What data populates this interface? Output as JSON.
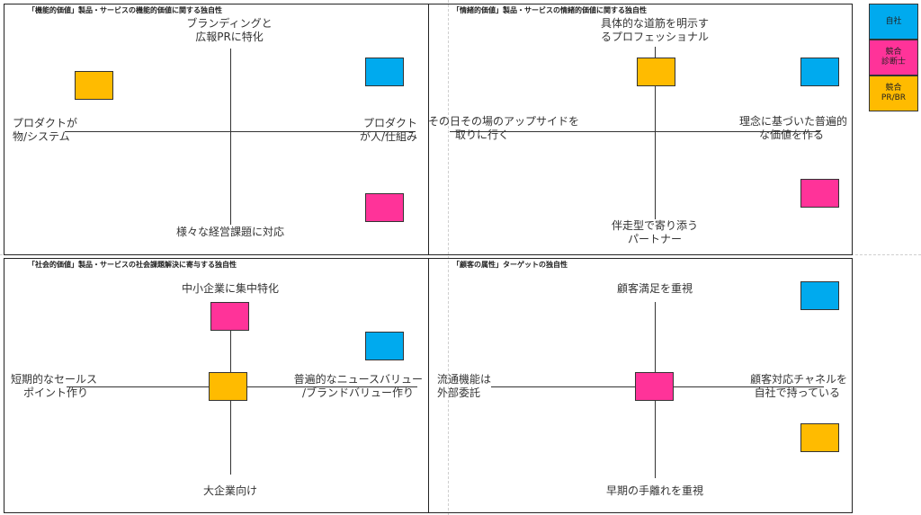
{
  "colors": {
    "self": "#00aaee",
    "rival_a": "#ff3399",
    "rival_b": "#ffbb00"
  },
  "legend": {
    "self": "自社",
    "rival_a_line1": "競合",
    "rival_a_line2": "診断士",
    "rival_b_line1": "競合",
    "rival_b_line2": "PR/BR"
  },
  "q1": {
    "title": "「機能的価値」製品・サービスの機能的価値に関する独自性",
    "top_line1": "ブランディングと",
    "top_line2": "広報PRに特化",
    "bottom": "様々な経営課題に対応",
    "left_line1": "プロダクトが",
    "left_line2": "物/システム",
    "right_line1": "プロダクト",
    "right_line2": "が人/仕組み"
  },
  "q2": {
    "title": "「情緒的価値」製品・サービスの情緒的価値に関する独自性",
    "top_line1": "具体的な道筋を明示す",
    "top_line2": "るプロフェッショナル",
    "bottom_line1": "伴走型で寄り添う",
    "bottom_line2": "パートナー",
    "left_line1": "その日その場のアップサイドを",
    "left_line2": "取りに行く",
    "right_line1": "理念に基づいた普遍的",
    "right_line2": "な価値を作る"
  },
  "q3": {
    "title": "「社会的価値」製品・サービスの社会課題解決に寄与する独自性",
    "top": "中小企業に集中特化",
    "bottom": "大企業向け",
    "left_line1": "短期的なセールス",
    "left_line2": "ポイント作り",
    "right_line1": "普遍的なニュースバリュー",
    "right_line2": "/ブランドバリュー作り"
  },
  "q4": {
    "title": "「顧客の属性」ターゲットの独自性",
    "top": "顧客満足を重視",
    "bottom": "早期の手離れを重視",
    "left_line1": "流通機能は",
    "left_line2": "外部委託",
    "right_line1": "顧客対応チャネルを",
    "right_line2": "自社で持っている"
  }
}
